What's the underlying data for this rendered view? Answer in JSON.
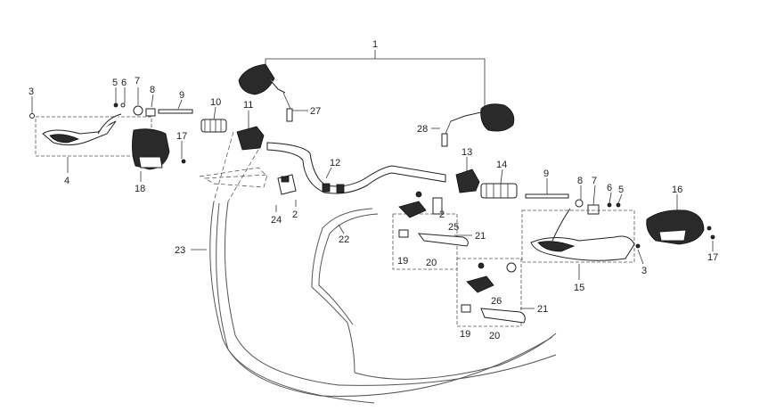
{
  "callouts": {
    "c1": "1",
    "c2a": "2",
    "c2b": "2",
    "c3a": "3",
    "c3b": "3",
    "c4": "4",
    "c5a": "5",
    "c5b": "5",
    "c6a": "6",
    "c6b": "6",
    "c7a": "7",
    "c7b": "7",
    "c8a": "8",
    "c8b": "8",
    "c9a": "9",
    "c9b": "9",
    "c10": "10",
    "c11": "11",
    "c12": "12",
    "c13": "13",
    "c14": "14",
    "c15": "15",
    "c16": "16",
    "c17a": "17",
    "c17b": "17",
    "c18": "18",
    "c19a": "19",
    "c19b": "19",
    "c20a": "20",
    "c20b": "20",
    "c21a": "21",
    "c21b": "21",
    "c22": "22",
    "c23": "23",
    "c24": "24",
    "c25": "25",
    "c26": "26",
    "c27": "27",
    "c28": "28"
  },
  "colors": {
    "line": "#333333",
    "part_dark": "#2a2a2a"
  }
}
